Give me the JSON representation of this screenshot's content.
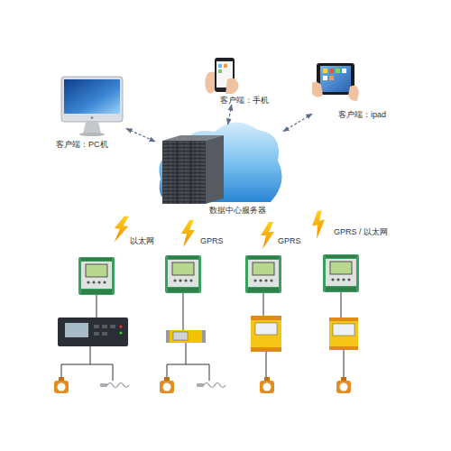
{
  "diagram": {
    "nodes": [
      {
        "text": [
          "客户端：手机"
        ]
      },
      {
        "text": [
          "客户端：ipad"
        ]
      },
      {
        "text": [
          "客户端：PC机"
        ]
      },
      {
        "text": [
          "数据中心服务器"
        ]
      }
    ],
    "edges": [
      {
        "from": 2,
        "to": 3,
        "arrow": "both"
      },
      {
        "from": 0,
        "to": 3,
        "arrow": "both"
      },
      {
        "from": 1,
        "to": 3,
        "arrow": "both"
      }
    ],
    "labels": [
      "以太网",
      "GPRS",
      "GPRS",
      "GPRS / 以太网"
    ]
  }
}
